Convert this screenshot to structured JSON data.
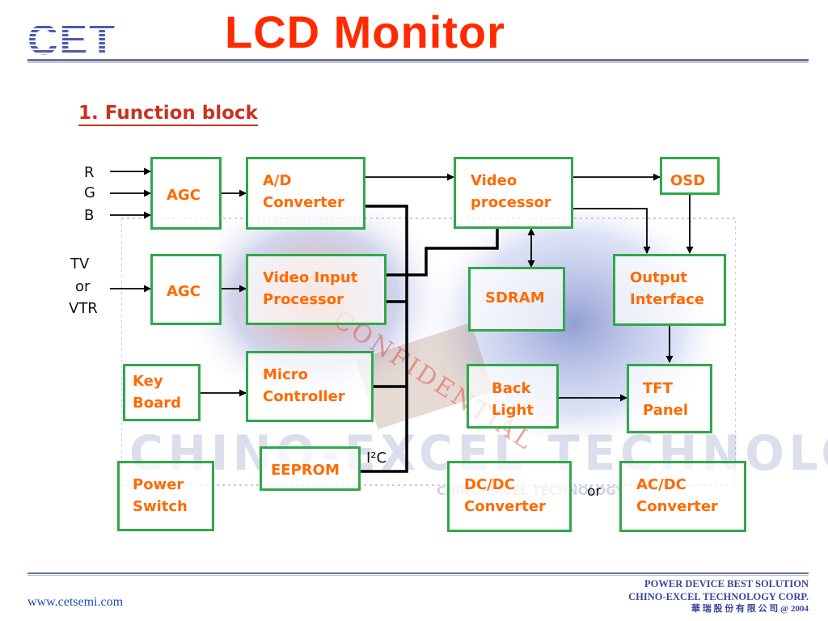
{
  "header": {
    "logo_text": "CET",
    "title": "LCD Monitor",
    "subtitle": "1. Function block"
  },
  "colors": {
    "title": "#ff2a00",
    "subtitle": "#c8321e",
    "block_border": "#2fa84a",
    "block_text": "#ff6a00",
    "rule": "#6b7399",
    "footer_text": "#3a46a0"
  },
  "diagram": {
    "inputs": {
      "r": "R",
      "g": "G",
      "b": "B",
      "tv_line1": "TV",
      "tv_line2": "or",
      "tv_line3": "VTR"
    },
    "blocks": {
      "agc_rgb": [
        "AGC"
      ],
      "ad_converter": [
        "A/D",
        "Converter"
      ],
      "video_processor": [
        "Video",
        "processor"
      ],
      "osd": [
        "OSD"
      ],
      "agc_tv": [
        "AGC"
      ],
      "video_input_processor": [
        "Video Input",
        "Processor"
      ],
      "sdram": [
        "SDRAM"
      ],
      "output_interface": [
        "Output",
        "Interface"
      ],
      "key_board": [
        "Key",
        "Board"
      ],
      "micro_controller": [
        "Micro",
        "Controller"
      ],
      "back_light": [
        "Back",
        "Light"
      ],
      "tft_panel": [
        "TFT",
        "Panel"
      ],
      "eeprom": [
        "EEPROM"
      ],
      "power_switch": [
        "Power",
        "Switch"
      ],
      "dcdc_converter": [
        "DC/DC",
        "Converter"
      ],
      "acdc_converter": [
        "AC/DC",
        "Converter"
      ]
    },
    "bus_label": "I²C",
    "or_label": "or",
    "watermark_text": "CHINO-EXCEL TECHNOLOGY",
    "watermark_subtext": "CHINO-EXCEL TECHNOLOGY",
    "stamp_text": "CONFIDENTIAL"
  },
  "footer": {
    "url": "www.cetsemi.com",
    "company_line1": "POWER DEVICE BEST SOLUTION",
    "company_line2": "CHINO-EXCEL TECHNOLOGY CORP.",
    "company_line3": "華 瑞 股 份 有 限 公 司 @ 2004"
  }
}
